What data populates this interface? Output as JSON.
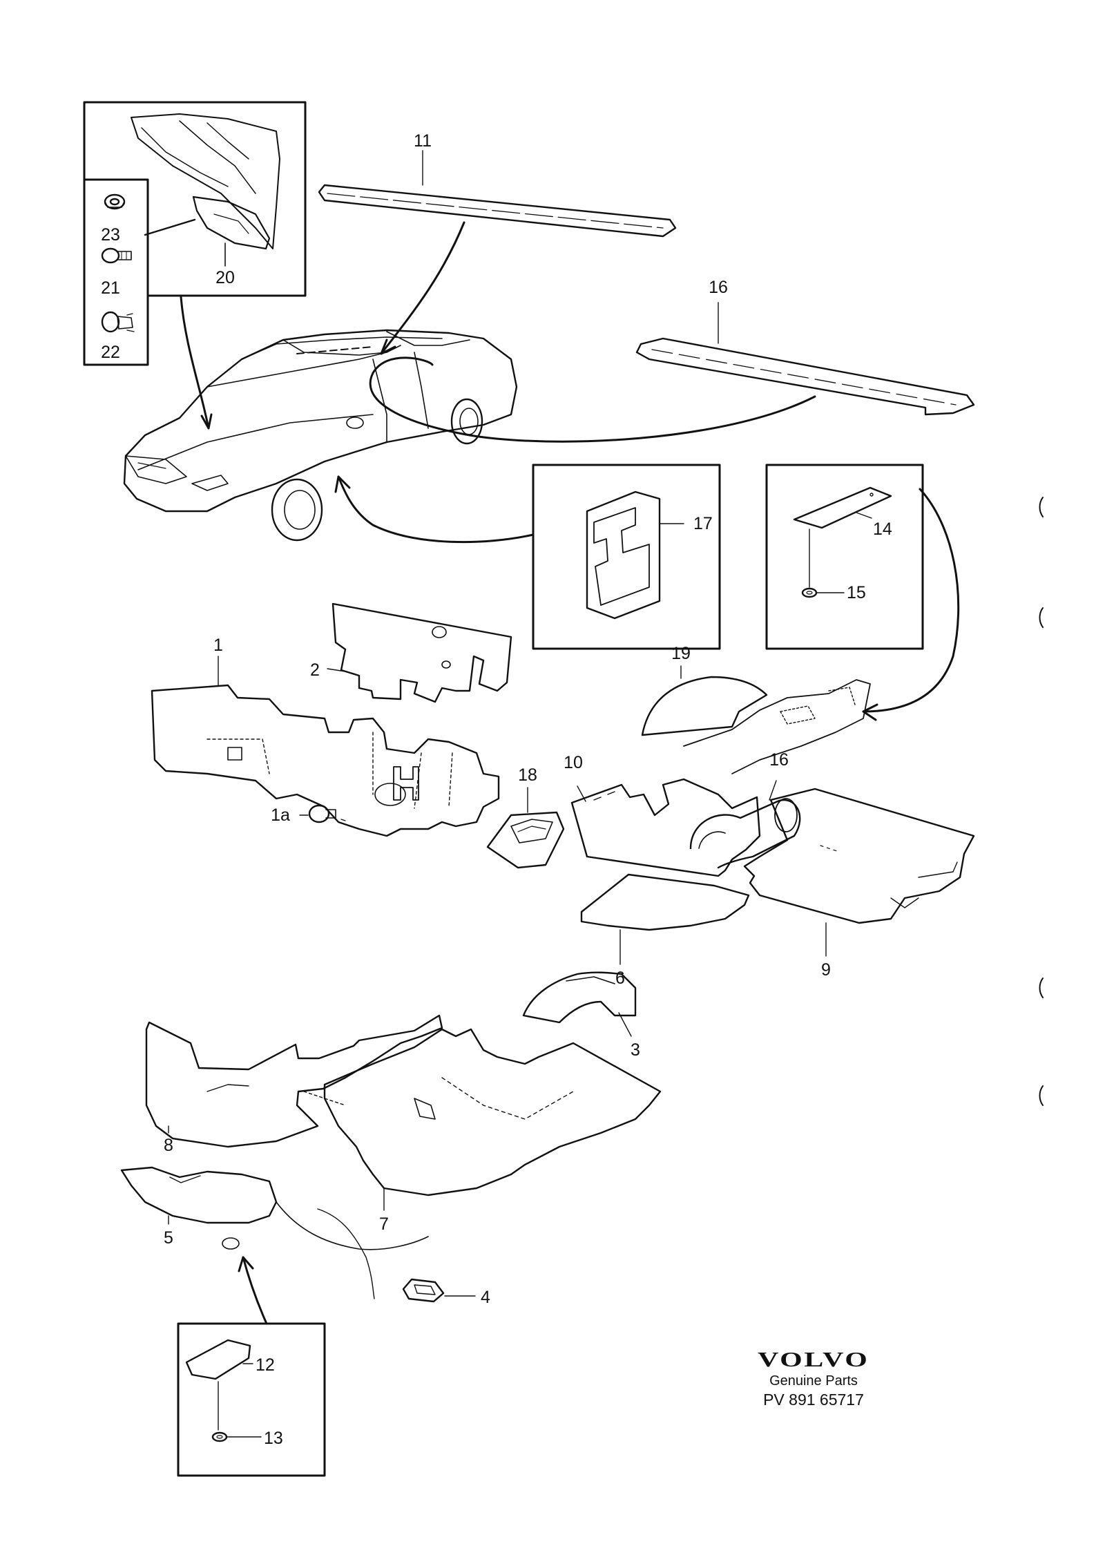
{
  "labels": {
    "p1": "1",
    "p1a": "1a",
    "p2": "2",
    "p3": "3",
    "p4": "4",
    "p5": "5",
    "p6": "6",
    "p7": "7",
    "p8": "8",
    "p9": "9",
    "p10": "10",
    "p11": "11",
    "p12": "12",
    "p13": "13",
    "p14": "14",
    "p15": "15",
    "p16": "16",
    "p16b": "16",
    "p17": "17",
    "p18": "18",
    "p19": "19",
    "p20": "20",
    "p21": "21",
    "p22": "22",
    "p23": "23"
  },
  "brand": {
    "logo": "VOLVO",
    "subtitle": "Genuine Parts",
    "code": "PV 891 65717"
  }
}
